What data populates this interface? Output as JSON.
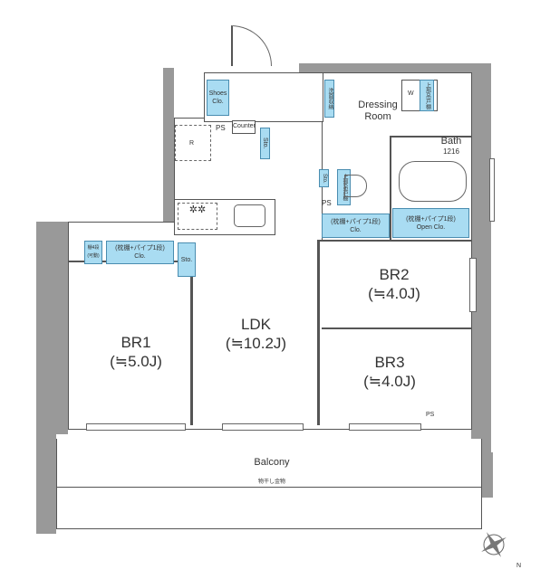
{
  "rooms": {
    "br1": {
      "name": "BR1",
      "size": "(≒5.0J)"
    },
    "ldk": {
      "name": "LDK",
      "size": "(≒10.2J)"
    },
    "br2": {
      "name": "BR2",
      "size": "(≒4.0J)"
    },
    "br3": {
      "name": "BR3",
      "size": "(≒4.0J)"
    },
    "dressing": {
      "line1": "Dressing",
      "line2": "Room"
    },
    "bath": {
      "name": "Bath",
      "size": "1216"
    },
    "balcony": {
      "name": "Balcony",
      "note": "物干し金物"
    }
  },
  "labels": {
    "shoes": "Shoes Clo.",
    "ps": "PS",
    "counter": "Counter",
    "refrigerator": "R",
    "sto": "Sto.",
    "w": "W",
    "wash_storage": "洗面収納",
    "upper_cabinet": "上部吊戸棚",
    "br2_clo_note": "(枕棚+パイプ1段)",
    "br2_clo": "Clo.",
    "open_clo_note": "(枕棚+パイプ1段)",
    "open_clo": "Open Clo.",
    "br1_clo_note": "(枕棚+パイプ1段)",
    "br1_clo": "Clo.",
    "shelf": "棚4段(可動)"
  },
  "colors": {
    "storage": "#a9dcf2",
    "wall": "#999999"
  },
  "compass": {
    "icon": "compass-rose-icon",
    "label": "N"
  }
}
